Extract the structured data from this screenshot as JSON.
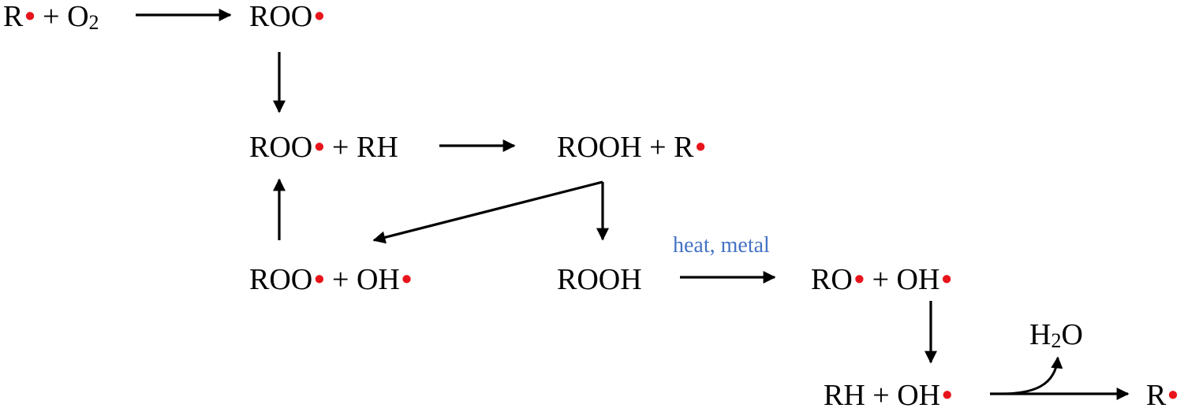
{
  "diagram": {
    "dot_color": "#e8141b",
    "annotation_color": "#4472c4",
    "nodes": {
      "initiation_left": {
        "pre": "R",
        "radical": "•",
        "mid": " + O",
        "sub": "2",
        "post": ""
      },
      "peroxyl_1": {
        "pre": "ROO",
        "radical": "•"
      },
      "propagation_left": {
        "pre": "ROO",
        "radical": "•",
        "post": " + RH"
      },
      "propagation_right": {
        "pre": "ROOH + R",
        "radical": "•"
      },
      "branch_left": {
        "pre": "ROO",
        "radical": "•",
        "mid": " + OH",
        "radical2": "•"
      },
      "hydroperoxide": {
        "text": "ROOH"
      },
      "decomposition": {
        "pre": "RO",
        "radical": "•",
        "mid": " + OH",
        "radical2": "•"
      },
      "abstraction": {
        "pre": "RH + OH",
        "radical": "•"
      },
      "water": {
        "pre": "H",
        "sub": "2",
        "post": "O"
      },
      "final_radical": {
        "pre": "R",
        "radical": "•"
      }
    },
    "annotations": {
      "decomposition_condition": "heat, metal"
    }
  }
}
